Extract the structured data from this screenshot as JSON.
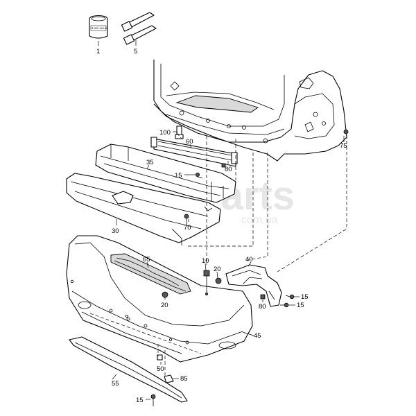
{
  "diagram": {
    "callouts": {
      "p1": "1",
      "p5": "5",
      "p100": "100",
      "p60": "60",
      "p35": "35",
      "p15a": "15",
      "p80a": "80",
      "p75": "75",
      "p30": "30",
      "p70": "70",
      "p65": "65",
      "p10": "10",
      "p20a": "20",
      "p40": "40",
      "p20b": "20",
      "p15b": "15",
      "p80b": "80",
      "p15c": "15",
      "p45": "45",
      "p50": "50",
      "p55": "55",
      "p85": "85",
      "p15d": "15"
    },
    "part_marking": "3 002 140 A1",
    "watermark": {
      "brand": "Parts",
      "domain": "com.ua"
    }
  }
}
